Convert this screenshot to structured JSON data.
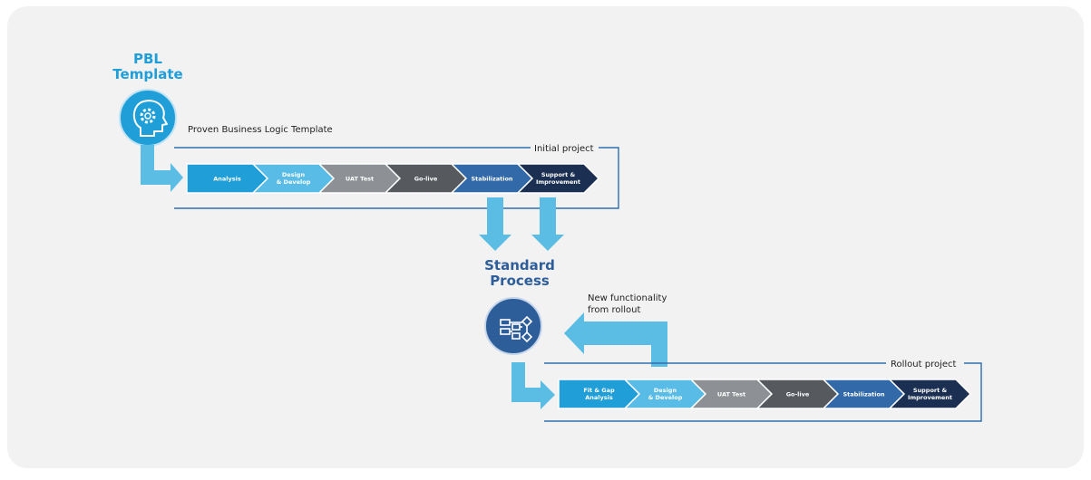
{
  "pbl_template": {
    "title_line1": "PBL",
    "title_line2": "Template",
    "subtitle": "Proven Business Logic Template"
  },
  "initial_project": {
    "label": "Initial project",
    "phases": [
      {
        "line1": "Analysis",
        "line2": "",
        "color": "#1F9ED8",
        "text_color": "#ffffff"
      },
      {
        "line1": "Design",
        "line2": "& Develop",
        "color": "#58BCE6",
        "text_color": "#ffffff"
      },
      {
        "line1": "UAT Test",
        "line2": "",
        "color": "#8D9094",
        "text_color": "#ffffff"
      },
      {
        "line1": "Go-live",
        "line2": "",
        "color": "#56595E",
        "text_color": "#ffffff"
      },
      {
        "line1": "Stabilization",
        "line2": "",
        "color": "#3269A8",
        "text_color": "#ffffff"
      },
      {
        "line1": "Support &",
        "line2": "Improvement",
        "color": "#1B2F52",
        "text_color": "#ffffff"
      }
    ]
  },
  "standard_process": {
    "title_line1": "Standard",
    "title_line2": "Process"
  },
  "feedback": {
    "line1": "New functionality",
    "line2": "from rollout"
  },
  "rollout_project": {
    "label": "Rollout project",
    "phases": [
      {
        "line1": "Fit & Gap",
        "line2": "Analysis",
        "color": "#1F9ED8",
        "text_color": "#ffffff"
      },
      {
        "line1": "Design",
        "line2": "& Develop",
        "color": "#58BCE6",
        "text_color": "#ffffff"
      },
      {
        "line1": "UAT Test",
        "line2": "",
        "color": "#8D9094",
        "text_color": "#ffffff"
      },
      {
        "line1": "Go-live",
        "line2": "",
        "color": "#56595E",
        "text_color": "#ffffff"
      },
      {
        "line1": "Stabilization",
        "line2": "",
        "color": "#3269A8",
        "text_color": "#ffffff"
      },
      {
        "line1": "Support &",
        "line2": "Improvement",
        "color": "#1B2F52",
        "text_color": "#ffffff"
      }
    ]
  },
  "colors": {
    "background": "#F2F2F3",
    "accent_blue": "#1F9ED8",
    "arrow_light_blue": "#5BBDE4",
    "dark_blue": "#2E5E9A",
    "frame_line": "#2E6FB0"
  },
  "icons": {
    "pbl": "head-gear-icon",
    "standard": "flowchart-icon"
  }
}
